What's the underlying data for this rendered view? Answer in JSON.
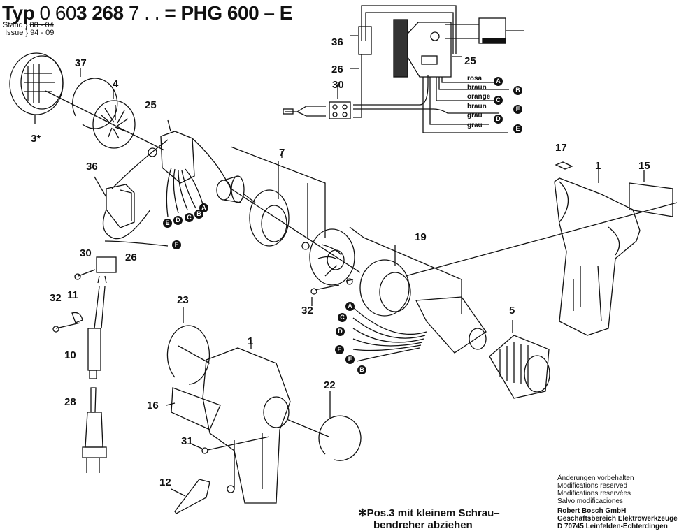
{
  "header": {
    "typ_label": "Typ",
    "part_number_prefix": "0 60",
    "part_number_bold": "3 268",
    "part_number_suffix": "7 . .",
    "equals": "=",
    "model": "PHG 600 – E"
  },
  "stand": {
    "stand_label": "Stand",
    "stand_value": "88 - 04",
    "issue_label": "Issue",
    "issue_value": "94 - 09"
  },
  "part_labels": {
    "p1_upper": "1",
    "p1_lower": "1",
    "p3": "3*",
    "p4": "4",
    "p5": "5",
    "p7": "7",
    "p10": "10",
    "p11": "11",
    "p12": "12",
    "p15": "15",
    "p16": "16",
    "p17": "17",
    "p19": "19",
    "p22": "22",
    "p23": "23",
    "p25_main": "25",
    "p25_schematic": "25",
    "p26_main": "26",
    "p26_schematic": "26",
    "p28": "28",
    "p30_main": "30",
    "p30_schematic": "30",
    "p31": "31",
    "p32_left": "32",
    "p32_right": "32",
    "p36_main": "36",
    "p36_schematic": "36",
    "p37": "37"
  },
  "wiring": [
    {
      "color": "rosa",
      "terminal": "A"
    },
    {
      "color": "braun",
      "terminal": "B"
    },
    {
      "color": "orange",
      "terminal": "C"
    },
    {
      "color": "braun",
      "terminal": "F"
    },
    {
      "color": "grau",
      "terminal": "D"
    },
    {
      "color": "grau",
      "terminal": "E"
    }
  ],
  "terminals_switch_area": [
    "A",
    "B",
    "C",
    "D",
    "E"
  ],
  "terminal_cord": "F",
  "terminals_nozzle": [
    "A",
    "C",
    "D",
    "E",
    "F",
    "B"
  ],
  "note": {
    "line1": "✻Pos.3 mit kleinem Schrau–",
    "line2": "bendreher abziehen"
  },
  "footer": {
    "line1": "Änderungen vorbehalten",
    "line2": "Modifications reserved",
    "line3": "Modifications reservées",
    "line4": "Salvo modificaciones",
    "company": "Robert Bosch GmbH",
    "division": "Geschäftsbereich Elektrowerkzeuge",
    "address": "D 70745 Leinfelden-Echterdingen"
  }
}
